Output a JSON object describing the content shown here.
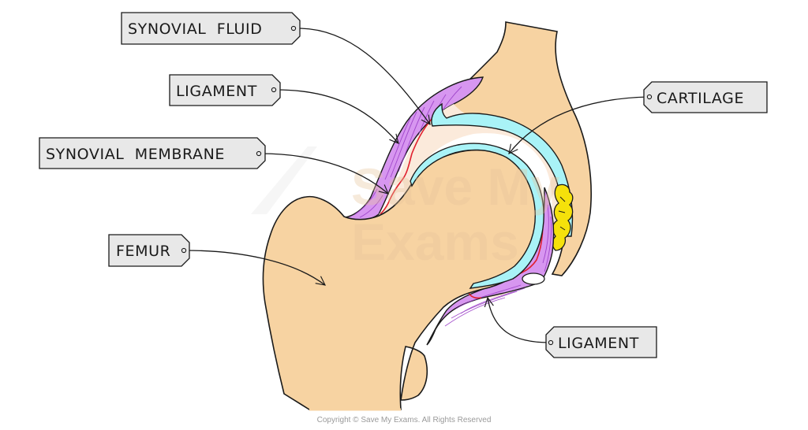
{
  "diagram": {
    "title": "Synovial joint (hip) labelled diagram",
    "labels": [
      {
        "id": "synovial-fluid",
        "text": "SYNOVIAL  FLUID"
      },
      {
        "id": "ligament-top",
        "text": "LIGAMENT"
      },
      {
        "id": "synovial-membrane",
        "text": "SYNOVIAL  MEMBRANE"
      },
      {
        "id": "femur",
        "text": "FEMUR"
      },
      {
        "id": "cartilage",
        "text": "CARTILAGE"
      },
      {
        "id": "ligament-bottom",
        "text": "LIGAMENT"
      }
    ],
    "watermark": {
      "line1": "Save My",
      "line2": "Exams"
    },
    "colors": {
      "bone": "#f7d3a2",
      "ligament": "#d796f0",
      "ligament_lines": "#9b3fc7",
      "cartilage": "#a9f3f7",
      "synovial_fluid": "#fbeadb",
      "membrane": "#e0202e",
      "fat_pad": "#f5e10b",
      "label_fill": "#e8e8e8",
      "outline": "#1a1a1a"
    }
  },
  "footer": {
    "copyright": "Copyright © Save My Exams. All Rights Reserved"
  }
}
